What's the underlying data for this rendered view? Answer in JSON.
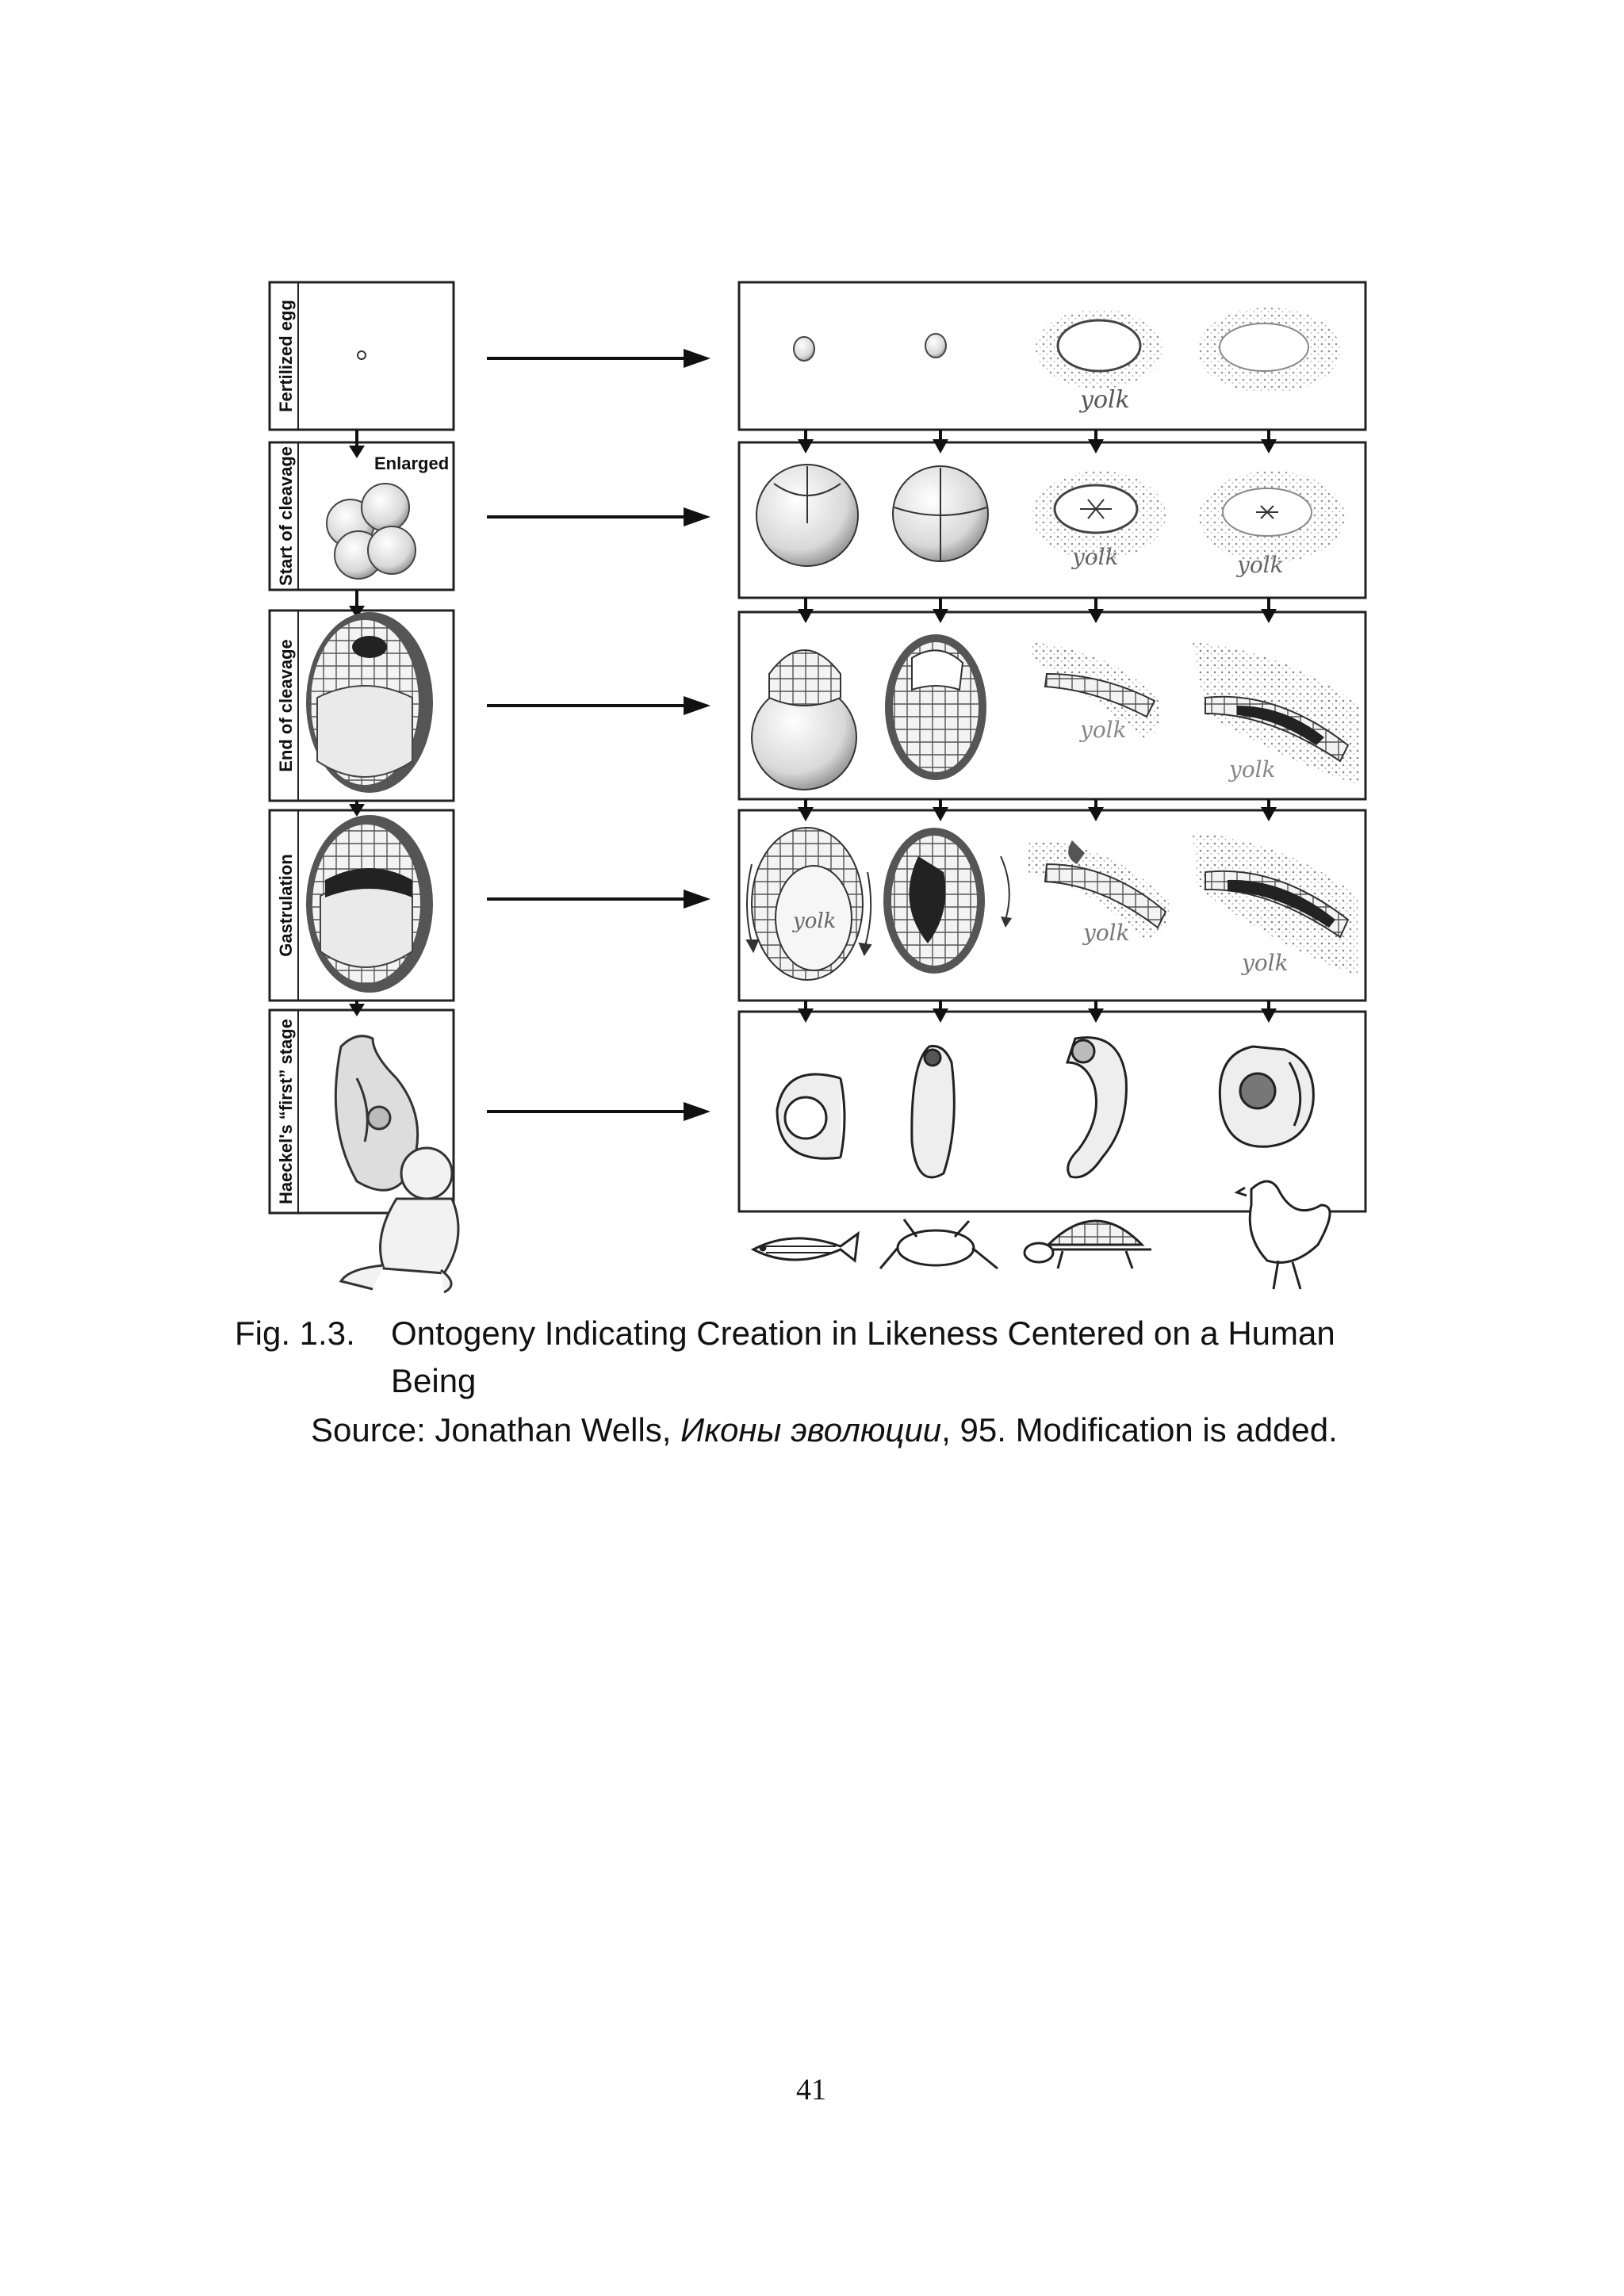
{
  "figure": {
    "stage_labels": [
      "Fertilized egg",
      "Start of cleavage",
      "End of cleavage",
      "Gastrulation",
      "Haeckel's “first” stage"
    ],
    "enlarged_label": "Enlarged",
    "yolk_label": "yolk",
    "organisms": [
      "fish-icon",
      "frog-icon",
      "turtle-icon",
      "chicken-icon"
    ],
    "human_figure": "baby-icon"
  },
  "caption": {
    "number": "Fig. 1.3.",
    "title_line1": "Ontogeny Indicating Creation in Likeness Centered on a Human",
    "title_line2": "Being",
    "source_prefix": "Source: Jonathan Wells, ",
    "source_italic": "Иконы эволюции",
    "source_suffix": ", 95. Modification is added."
  },
  "page_number": "41"
}
